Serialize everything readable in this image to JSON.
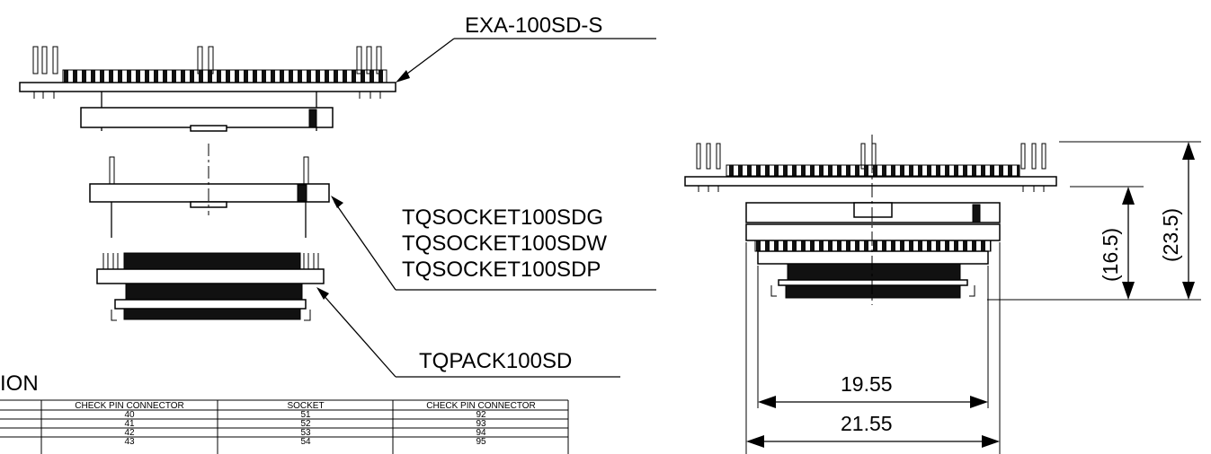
{
  "labels": {
    "exa": "EXA-100SD-S",
    "socket_g": "TQSOCKET100SDG",
    "socket_w": "TQSOCKET100SDW",
    "socket_p": "TQSOCKET100SDP",
    "tqpack": "TQPACK100SD",
    "section_fragment": "ION"
  },
  "dimensions": {
    "inner_width": "19.55",
    "outer_width": "21.55",
    "height_short": "(16.5)",
    "height_tall": "(23.5)"
  },
  "pin_table": {
    "headers": [
      "CHECK PIN CONNECTOR",
      "SOCKET",
      "CHECK PIN CONNECTOR"
    ],
    "rows": [
      [
        "40",
        "51",
        "92"
      ],
      [
        "41",
        "52",
        "93"
      ],
      [
        "42",
        "53",
        "94"
      ],
      [
        "43",
        "54",
        "95"
      ]
    ]
  }
}
